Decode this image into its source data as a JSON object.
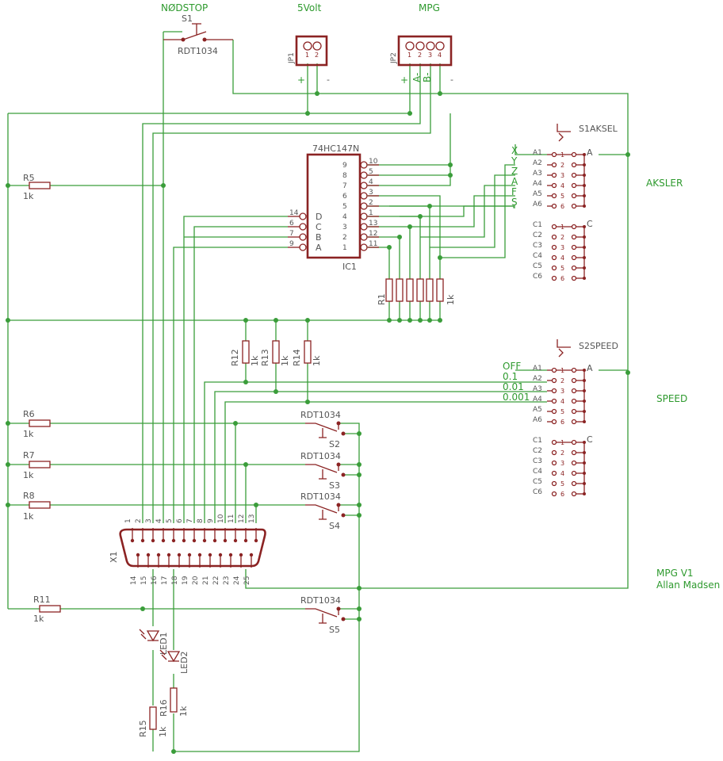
{
  "labels": {
    "nodstop": "NØDSTOP",
    "s1": "S1",
    "s1_part": "RDT1034",
    "v5": "5Volt",
    "mpg": "MPG",
    "jp1": "JP1",
    "jp2": "JP2",
    "jp1_plus": "+",
    "jp1_minus": "-",
    "jp2_plus": "+",
    "jp2_a": "A-",
    "jp2_b": "B-",
    "jp2_minus": "-",
    "ic_name": "74HC147N",
    "ic_ref": "IC1",
    "s1aksel": "S1AKSEL",
    "s2speed": "S2SPEED",
    "aksler": "AKSLER",
    "speed": "SPEED",
    "mpg_v1": "MPG V1",
    "author": "Allan Madsen",
    "r5": "R5",
    "r5_val": "1k",
    "r6": "R6",
    "r6_val": "1k",
    "r7": "R7",
    "r7_val": "1k",
    "r8": "R8",
    "r8_val": "1k",
    "r11": "R11",
    "r11_val": "1k",
    "r12": "R12",
    "r12_val": "1k",
    "r13": "R13",
    "r13_val": "1k",
    "r14": "R14",
    "r14_val": "1k",
    "r15": "R15",
    "r15_val": "1k",
    "r16": "R16",
    "r16_val": "1k",
    "r1": "R1",
    "r1_val": "1k",
    "s2": "S2",
    "s3": "S3",
    "s4": "S4",
    "s5": "S5",
    "rdt": "RDT1034",
    "led1": "LED1",
    "led2": "LED2",
    "x1": "X1",
    "axis": [
      "X",
      "Y",
      "Z",
      "A",
      "F",
      "S"
    ],
    "speed_opts": [
      "OFF",
      "0.1",
      "0.01",
      "0.001"
    ],
    "pin_a": "A",
    "pin_c": "C"
  },
  "ic_left_pins": [
    "14",
    "6",
    "7",
    "9"
  ],
  "ic_left_names": [
    "D",
    "C",
    "B",
    "A"
  ],
  "ic_right_pins": [
    "10",
    "5",
    "4",
    "3",
    "2",
    "1",
    "13",
    "12",
    "11"
  ],
  "ic_right_names": [
    "9",
    "8",
    "7",
    "6",
    "5",
    "4",
    "3",
    "2",
    "1"
  ],
  "switch_a": [
    "A1",
    "A2",
    "A3",
    "A4",
    "A5",
    "A6"
  ],
  "switch_c": [
    "C1",
    "C2",
    "C3",
    "C4",
    "C5",
    "C6"
  ],
  "switch_nums": [
    "1",
    "2",
    "3",
    "4",
    "5",
    "6"
  ],
  "db25_top": [
    "1",
    "2",
    "3",
    "4",
    "5",
    "6",
    "7",
    "8",
    "9",
    "10",
    "11",
    "12",
    "13"
  ],
  "db25_bot": [
    "14",
    "15",
    "16",
    "17",
    "18",
    "19",
    "20",
    "21",
    "22",
    "23",
    "24",
    "25"
  ],
  "jp1_pins": [
    "1",
    "2"
  ],
  "jp2_pins": [
    "1",
    "2",
    "3",
    "4"
  ]
}
